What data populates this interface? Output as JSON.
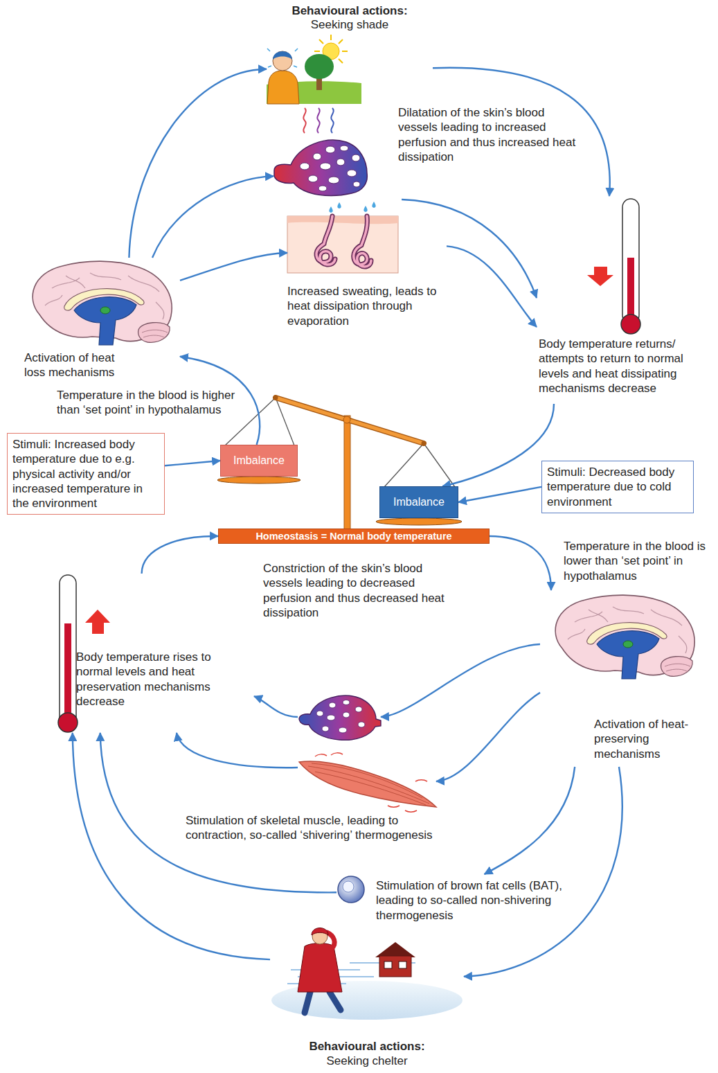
{
  "diagram": {
    "nodes": [
      {
        "text": [
          "Behavioural actions:",
          "Seeking shade"
        ]
      },
      {
        "text": [
          "Dilatation of the skin’s blood vessels leading to increased perfusion and thus increased heat dissipation"
        ]
      },
      {
        "text": [
          "Increased sweating, leads to heat dissipation through evaporation"
        ]
      },
      {
        "text": [
          "Activation of heat loss mechanisms"
        ]
      },
      {
        "text": [
          "Body temperature returns/ attempts to return to normal levels and heat dissipating mechanisms decrease"
        ]
      },
      {
        "text": [
          "Stimuli: Increased body temperature due to e.g. physical activity and/or increased temperature in the environment"
        ]
      },
      {
        "text": [
          "Imbalance"
        ]
      },
      {
        "text": [
          "Imbalance"
        ]
      },
      {
        "text": [
          "Stimuli: Decreased body temperature due to cold environment"
        ]
      },
      {
        "text": [
          "Homeostasis = Normal body temperature"
        ]
      },
      {
        "text": [
          "Activation of heat-preserving mechanisms"
        ]
      },
      {
        "text": [
          "Constriction of the skin’s blood vessels leading to decreased perfusion and thus decreased heat dissipation"
        ]
      },
      {
        "text": [
          "Body temperature rises to normal levels and heat preservation mechanisms decrease"
        ]
      },
      {
        "text": [
          "Stimulation of skeletal muscle, leading to contraction, so-called ‘shivering’ thermogenesis"
        ]
      },
      {
        "text": [
          "Stimulation of brown fat cells (BAT), leading to so-called non-shivering thermogenesis"
        ]
      },
      {
        "text": [
          "Behavioural actions:",
          "Seeking chelter"
        ]
      }
    ],
    "edges": [
      {
        "from": 3,
        "to": 0,
        "arrow": "to"
      },
      {
        "from": 3,
        "to": 1,
        "arrow": "to"
      },
      {
        "from": 3,
        "to": 2,
        "arrow": "to"
      },
      {
        "from": 0,
        "to": 4,
        "arrow": "to"
      },
      {
        "from": 1,
        "to": 4,
        "arrow": "to"
      },
      {
        "from": 2,
        "to": 4,
        "arrow": "to"
      },
      {
        "from": 4,
        "to": 7,
        "arrow": "to"
      },
      {
        "from": 5,
        "to": 6,
        "arrow": "to"
      },
      {
        "from": 8,
        "to": 7,
        "arrow": "to"
      },
      {
        "from": 6,
        "to": 3,
        "label": "Temperature in the blood is higher than ‘set point’ in hypothalamus",
        "arrow": "to"
      },
      {
        "from": 9,
        "to": 10,
        "label": "Temperature in the blood is lower than ‘set point’ in hypothalamus",
        "arrow": "to"
      },
      {
        "from": 10,
        "to": 11,
        "arrow": "to"
      },
      {
        "from": 10,
        "to": 13,
        "arrow": "to"
      },
      {
        "from": 10,
        "to": 14,
        "arrow": "to"
      },
      {
        "from": 10,
        "to": 15,
        "arrow": "to"
      },
      {
        "from": 11,
        "to": 12,
        "arrow": "to"
      },
      {
        "from": 13,
        "to": 12,
        "arrow": "to"
      },
      {
        "from": 14,
        "to": 12,
        "arrow": "to"
      },
      {
        "from": 15,
        "to": 12,
        "arrow": "to"
      },
      {
        "from": 12,
        "to": 9,
        "arrow": "to"
      }
    ]
  }
}
